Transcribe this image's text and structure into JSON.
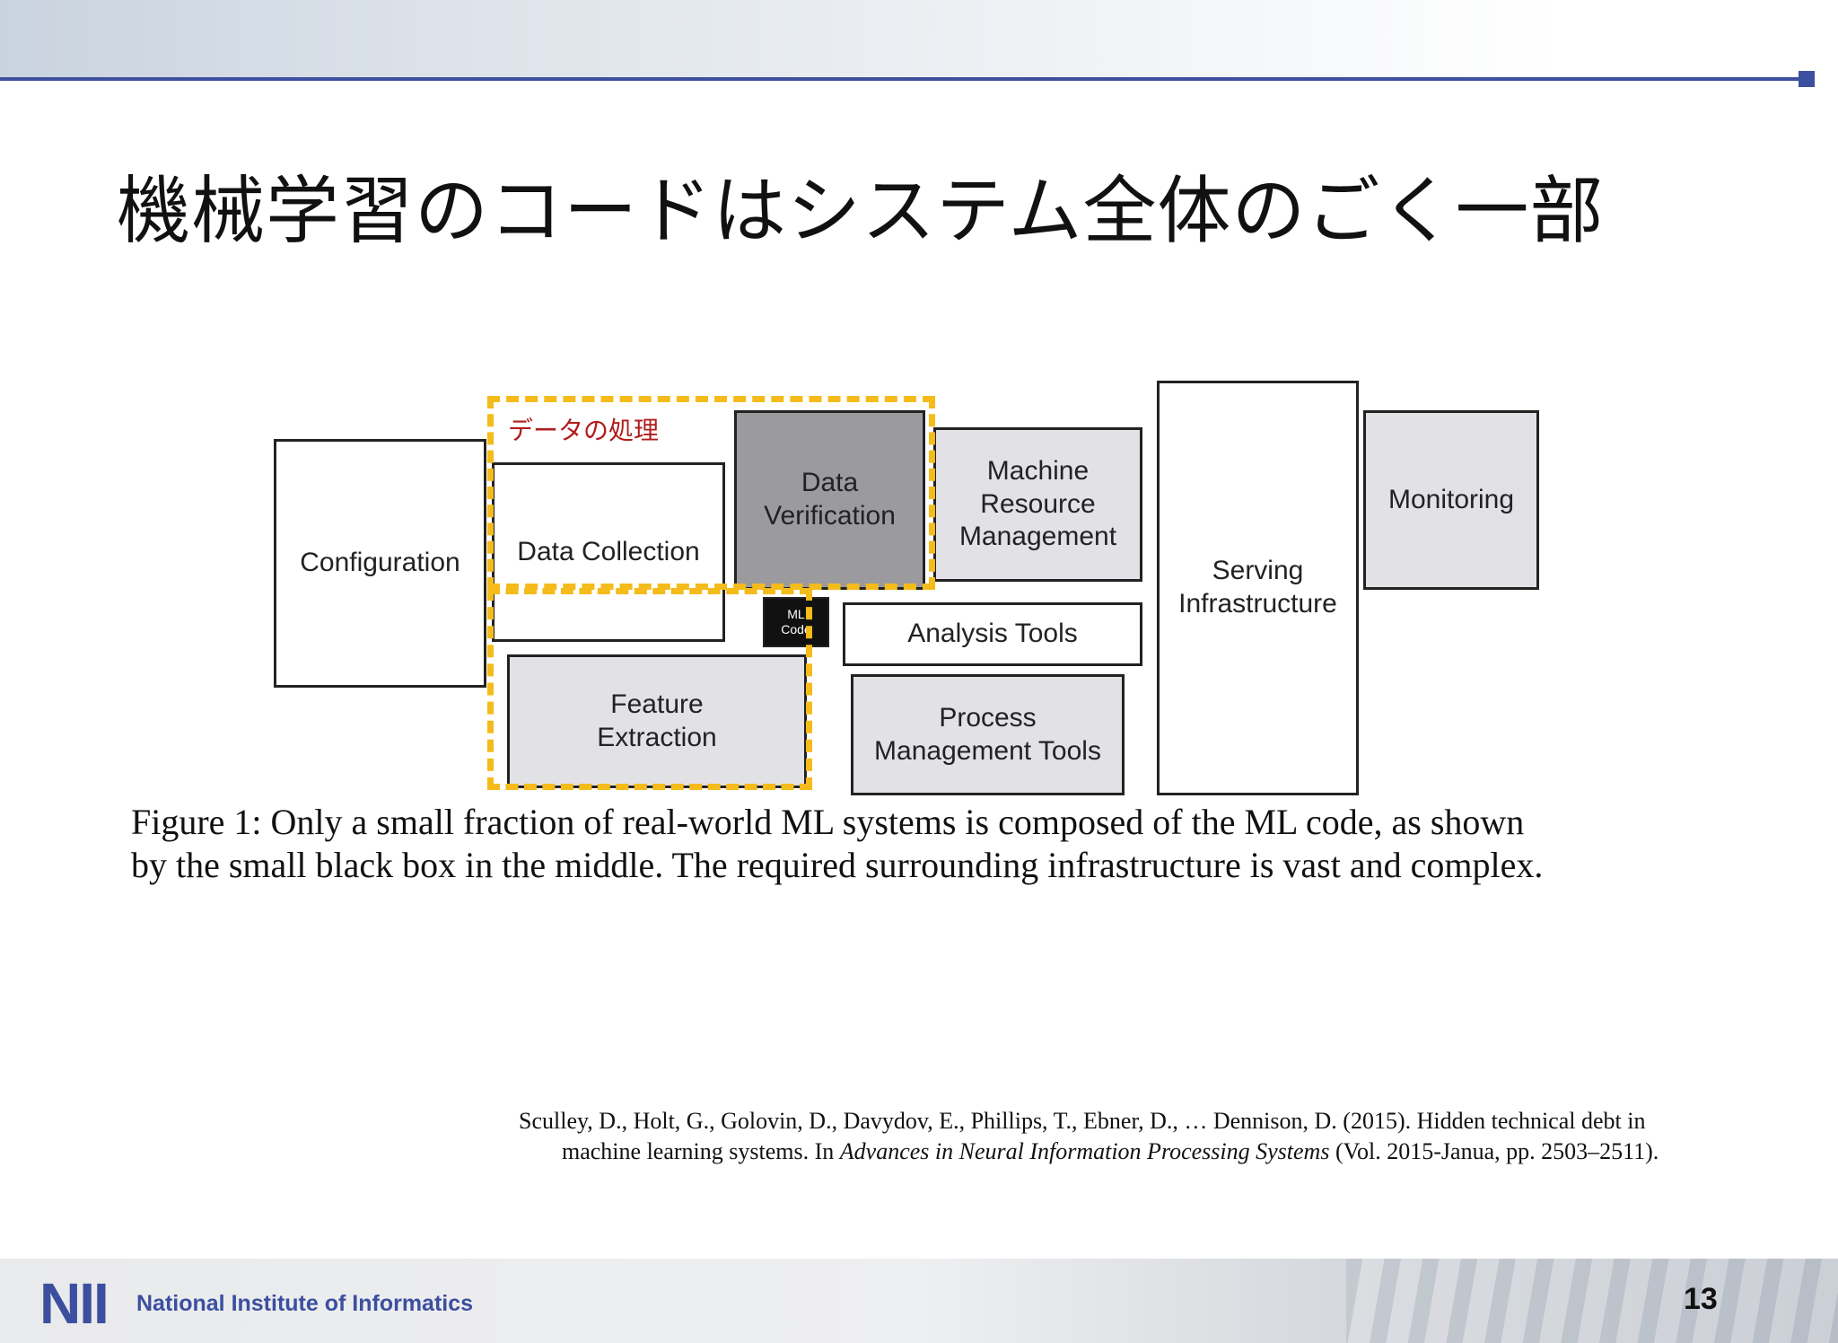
{
  "slide": {
    "title": "機械学習のコードはシステム全体のごく一部",
    "page_number": "13"
  },
  "diagram": {
    "region_label": "データの処理",
    "boxes": {
      "configuration": "Configuration",
      "data_collection": "Data Collection",
      "data_verification": "Data\nVerification",
      "ml_code": "ML\nCode",
      "feature_extraction": "Feature\nExtraction",
      "machine_resource_management": "Machine\nResource\nManagement",
      "analysis_tools": "Analysis Tools",
      "process_management_tools": "Process\nManagement Tools",
      "serving_infrastructure": "Serving\nInfrastructure",
      "monitoring": "Monitoring"
    },
    "caption_line1": "Figure 1: Only a small fraction of real-world ML systems is composed of the ML code, as shown",
    "caption_line2": "by the small black box in the middle. The required surrounding infrastructure is vast and complex."
  },
  "reference": {
    "line1": "Sculley, D., Holt, G., Golovin, D., Davydov, E., Phillips, T., Ebner, D., … Dennison, D. (2015). Hidden technical debt in",
    "line2_before": "machine learning systems. In ",
    "line2_journal": "Advances in Neural Information Processing Systems",
    "line2_after": " (Vol. 2015-Janua, pp. 2503–2511)."
  },
  "footer": {
    "logo": "NII",
    "org_name": "National Institute of Informatics"
  },
  "colors": {
    "accent_blue": "#3d4f9f",
    "highlight_yellow": "#f4bb1a",
    "label_red": "#b01c1c"
  }
}
